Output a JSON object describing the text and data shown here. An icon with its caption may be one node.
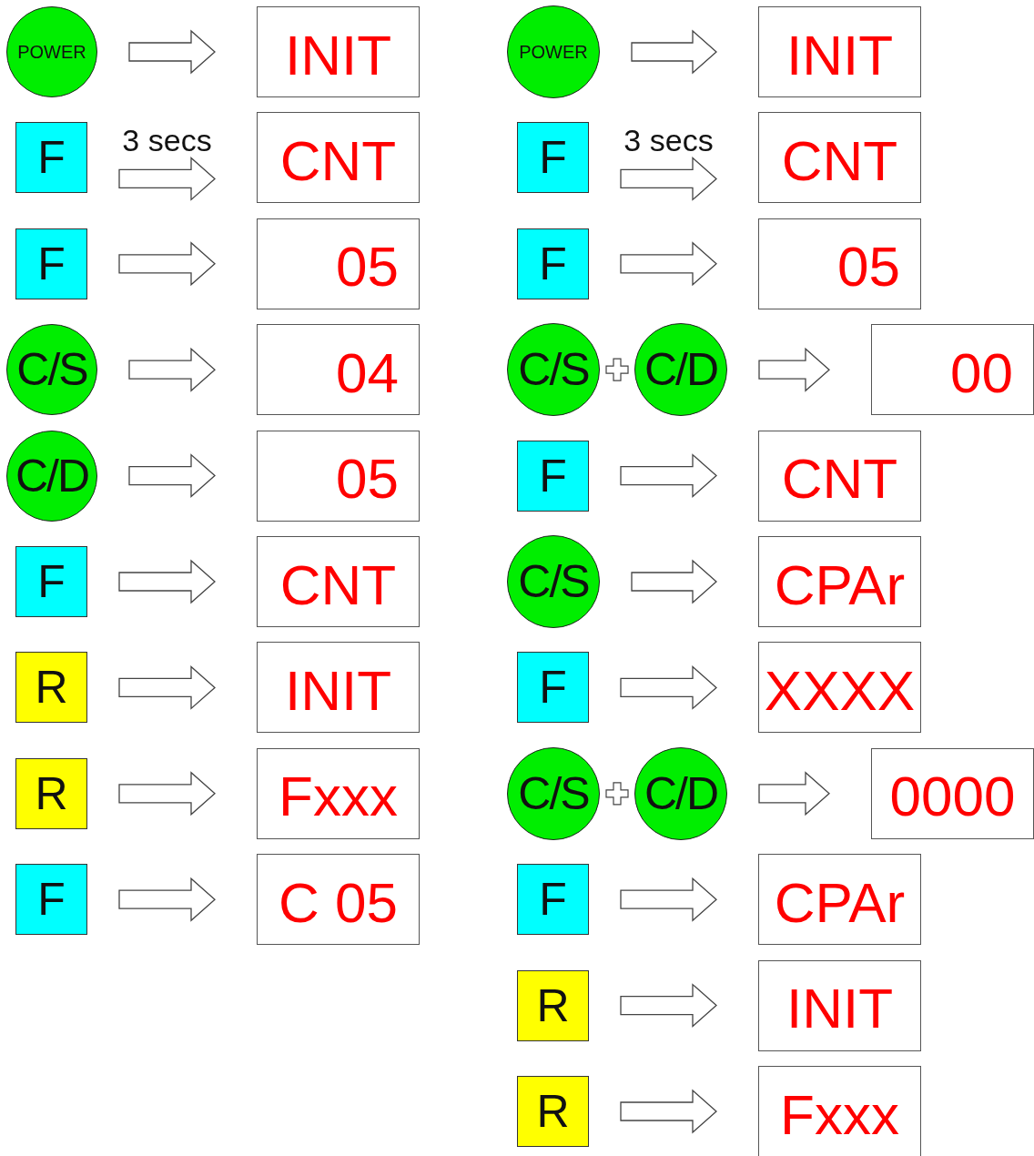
{
  "diagram": {
    "nodes": [
      {
        "text": [
          "POWER"
        ]
      },
      {
        "text": [
          "INIT"
        ]
      },
      {
        "text": [
          "F"
        ]
      },
      {
        "text": [
          "CNT"
        ]
      },
      {
        "text": [
          "F"
        ]
      },
      {
        "text": [
          "05"
        ]
      },
      {
        "text": [
          "C/S"
        ]
      },
      {
        "text": [
          "04"
        ]
      },
      {
        "text": [
          "C/D"
        ]
      },
      {
        "text": [
          "05"
        ]
      },
      {
        "text": [
          "F"
        ]
      },
      {
        "text": [
          "CNT"
        ]
      },
      {
        "text": [
          "R"
        ]
      },
      {
        "text": [
          "INIT"
        ]
      },
      {
        "text": [
          "R"
        ]
      },
      {
        "text": [
          "Fxxx"
        ]
      },
      {
        "text": [
          "F"
        ]
      },
      {
        "text": [
          "C 05"
        ]
      },
      {
        "text": [
          "POWER"
        ]
      },
      {
        "text": [
          "INIT"
        ]
      },
      {
        "text": [
          "F"
        ]
      },
      {
        "text": [
          "CNT"
        ]
      },
      {
        "text": [
          "F"
        ]
      },
      {
        "text": [
          "05"
        ]
      },
      {
        "text": [
          "C/S"
        ]
      },
      {
        "text": [
          "C/D"
        ]
      },
      {
        "text": [
          "00"
        ]
      },
      {
        "text": [
          "F"
        ]
      },
      {
        "text": [
          "CNT"
        ]
      },
      {
        "text": [
          "C/S"
        ]
      },
      {
        "text": [
          "CPAr"
        ]
      },
      {
        "text": [
          "F"
        ]
      },
      {
        "text": [
          "XXXX"
        ]
      },
      {
        "text": [
          "C/S"
        ]
      },
      {
        "text": [
          "C/D"
        ]
      },
      {
        "text": [
          "0000"
        ]
      },
      {
        "text": [
          "F"
        ]
      },
      {
        "text": [
          "CPAr"
        ]
      },
      {
        "text": [
          "R"
        ]
      },
      {
        "text": [
          "INIT"
        ]
      },
      {
        "text": [
          "R"
        ]
      },
      {
        "text": [
          "Fxxx"
        ]
      }
    ],
    "edges": [
      {
        "from": 0,
        "to": 1,
        "arrow": "to"
      },
      {
        "from": 2,
        "to": 3,
        "arrow": "to",
        "label": "3 secs"
      },
      {
        "from": 4,
        "to": 5,
        "arrow": "to"
      },
      {
        "from": 6,
        "to": 7,
        "arrow": "to"
      },
      {
        "from": 8,
        "to": 9,
        "arrow": "to"
      },
      {
        "from": 10,
        "to": 11,
        "arrow": "to"
      },
      {
        "from": 12,
        "to": 13,
        "arrow": "to"
      },
      {
        "from": 14,
        "to": 15,
        "arrow": "to"
      },
      {
        "from": 16,
        "to": 17,
        "arrow": "to"
      },
      {
        "from": 18,
        "to": 19,
        "arrow": "to"
      },
      {
        "from": 20,
        "to": 21,
        "arrow": "to",
        "label": "3 secs"
      },
      {
        "from": 22,
        "to": 23,
        "arrow": "to"
      },
      {
        "from": 25,
        "to": 26,
        "arrow": "to"
      },
      {
        "from": 27,
        "to": 28,
        "arrow": "to"
      },
      {
        "from": 29,
        "to": 30,
        "arrow": "to"
      },
      {
        "from": 31,
        "to": 32,
        "arrow": "to"
      },
      {
        "from": 34,
        "to": 35,
        "arrow": "to"
      },
      {
        "from": 36,
        "to": 37,
        "arrow": "to"
      },
      {
        "from": 38,
        "to": 39,
        "arrow": "to"
      },
      {
        "from": 40,
        "to": 41,
        "arrow": "to"
      }
    ]
  }
}
